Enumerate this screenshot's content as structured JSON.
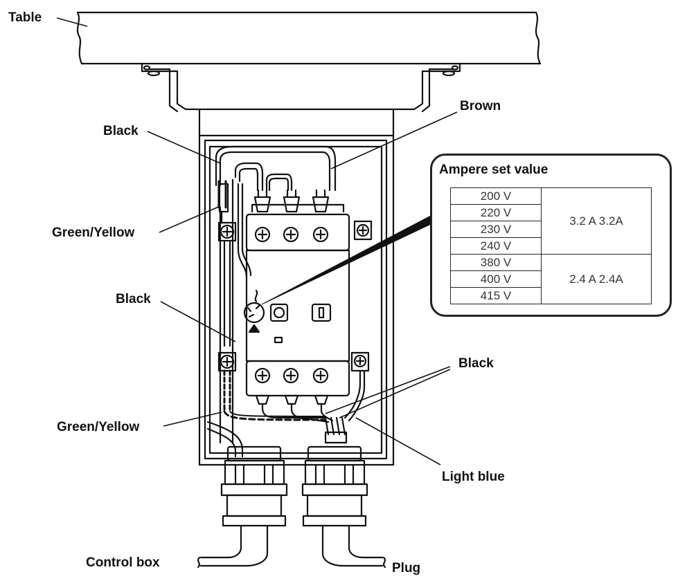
{
  "labels": {
    "table": "Table",
    "brown": "Brown",
    "black_top": "Black",
    "green_yellow_top": "Green/Yellow",
    "black_mid": "Black",
    "black_right": "Black",
    "green_yellow_bottom": "Green/Yellow",
    "light_blue": "Light blue",
    "control_box": "Control box",
    "plug": "Plug"
  },
  "ampere_panel": {
    "title": "Ampere set value",
    "group_1": {
      "voltages": [
        "200 V",
        "220 V",
        "230 V",
        "240 V"
      ],
      "value": "3.2 A  3.2A"
    },
    "group_2": {
      "voltages": [
        "380 V",
        "400 V",
        "415 V"
      ],
      "value": "2.4 A  2.4A"
    }
  }
}
